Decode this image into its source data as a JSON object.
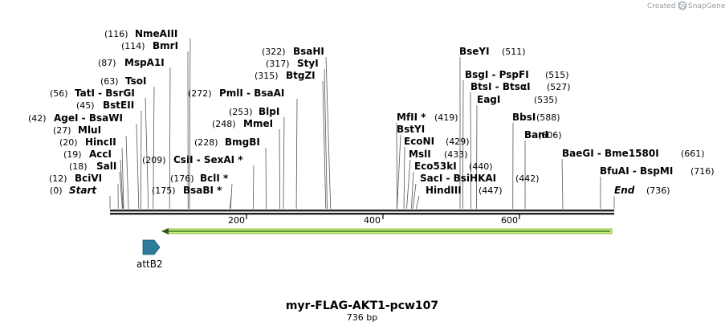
{
  "credit": {
    "text": "Created by",
    "brand": "SnapGene"
  },
  "map": {
    "title": "myr-FLAG-AKT1-pcw107",
    "size_label": "736 bp",
    "length": 736,
    "ticks": [
      "200",
      "400",
      "600"
    ],
    "tick_values": [
      200,
      400,
      600
    ],
    "feature_label": "attB2"
  },
  "sites": [
    {
      "pos": "(116)",
      "name": "NmeAIII",
      "bp": 116
    },
    {
      "pos": "(114)",
      "name": "BmrI",
      "bp": 114
    },
    {
      "pos": "(87)",
      "name": "MspA1I",
      "bp": 87
    },
    {
      "pos": "(63)",
      "name": "TsoI",
      "bp": 63
    },
    {
      "pos": "(56)",
      "name": "TatI  - BsrGI",
      "bp": 56
    },
    {
      "pos": "(45)",
      "name": "BstEII",
      "bp": 45
    },
    {
      "pos": "(42)",
      "name": "AgeI  - BsaWI",
      "bp": 42
    },
    {
      "pos": "(27)",
      "name": "MluI",
      "bp": 27
    },
    {
      "pos": "(20)",
      "name": "HincII",
      "bp": 20
    },
    {
      "pos": "(19)",
      "name": "AccI",
      "bp": 19
    },
    {
      "pos": "(18)",
      "name": "SalI",
      "bp": 18
    },
    {
      "pos": "(12)",
      "name": "BciVI",
      "bp": 12
    },
    {
      "pos": "(0)",
      "name": "Start",
      "bp": 0
    },
    {
      "pos": "(322)",
      "name": "BsaHI",
      "bp": 322
    },
    {
      "pos": "(317)",
      "name": "StyI",
      "bp": 317
    },
    {
      "pos": "(315)",
      "name": "BtgZI",
      "bp": 315
    },
    {
      "pos": "(272)",
      "name": "PmlI  - BsaAI",
      "bp": 272
    },
    {
      "pos": "(253)",
      "name": "BlpI",
      "bp": 253
    },
    {
      "pos": "(248)",
      "name": "MmeI",
      "bp": 248
    },
    {
      "pos": "(228)",
      "name": "BmgBI",
      "bp": 228
    },
    {
      "pos": "(209)",
      "name": "CsiI  - SexAI *",
      "bp": 209
    },
    {
      "pos": "(176)",
      "name": "BclI *",
      "bp": 176
    },
    {
      "pos": "(175)",
      "name": "BsaBI *",
      "bp": 175
    },
    {
      "pos": "(511)",
      "name": "BseYI",
      "bp": 511
    },
    {
      "pos": "(515)",
      "name": "BsgI  - PspFI",
      "bp": 515
    },
    {
      "pos": "(527)",
      "name": "BtsI  - BtsαI",
      "bp": 527
    },
    {
      "pos": "(535)",
      "name": "EagI",
      "bp": 535
    },
    {
      "pos": "(588)",
      "name": "BbsI",
      "bp": 588
    },
    {
      "pos": "(606)",
      "name": "BanI",
      "bp": 606
    },
    {
      "pos": "(661)",
      "name": "BaeGI  - Bme1580I",
      "bp": 661
    },
    {
      "pos": "(716)",
      "name": "BfuAI  - BspMI",
      "bp": 716
    },
    {
      "pos": "(736)",
      "name": "End",
      "bp": 736
    },
    {
      "pos": "(419)",
      "name": "MfII *",
      "bp": 419
    },
    {
      "pos": "",
      "name": "BstYI",
      "bp": 419
    },
    {
      "pos": "(429)",
      "name": "EcoNI",
      "bp": 429
    },
    {
      "pos": "(433)",
      "name": "MslI",
      "bp": 433
    },
    {
      "pos": "(440)",
      "name": "Eco53kI",
      "bp": 440
    },
    {
      "pos": "(442)",
      "name": "SacI  - BsiHKAI",
      "bp": 442
    },
    {
      "pos": "(447)",
      "name": "HindIII",
      "bp": 447
    }
  ]
}
